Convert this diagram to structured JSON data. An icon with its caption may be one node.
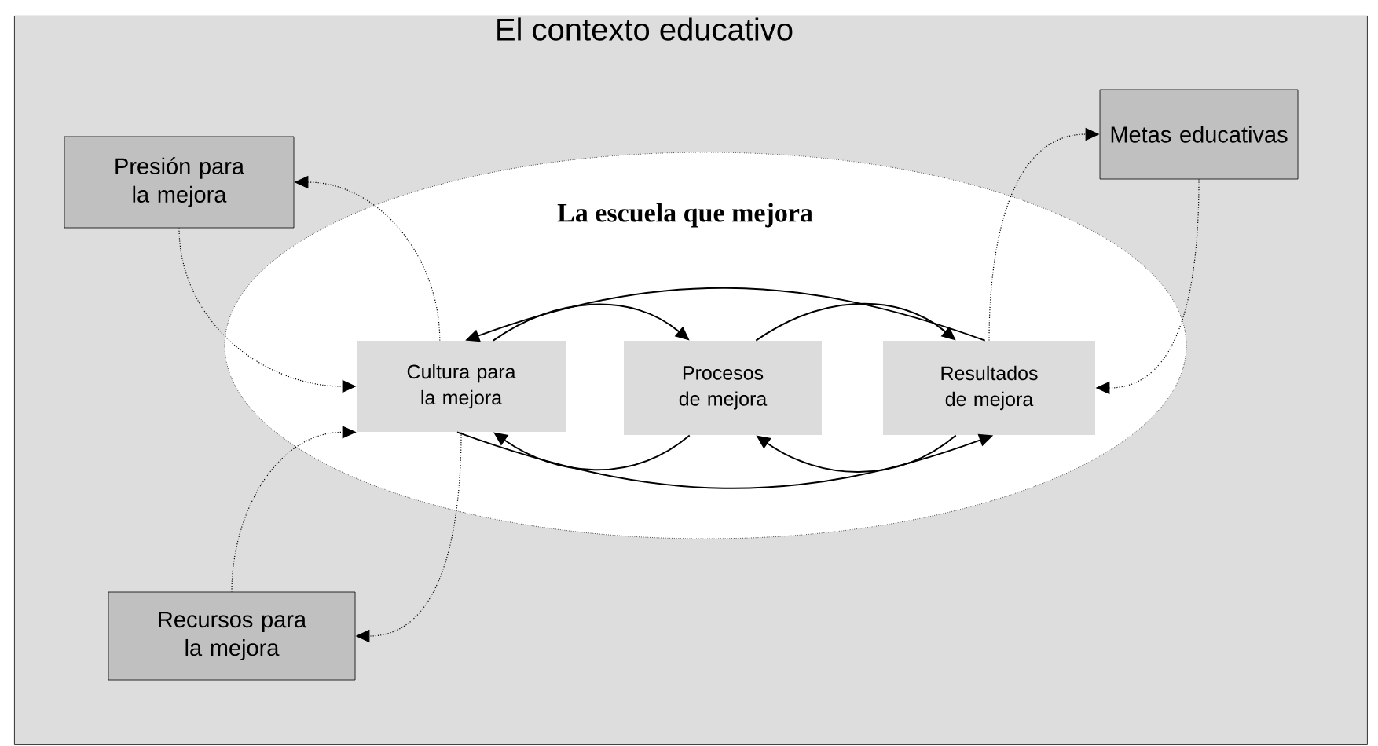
{
  "diagram": {
    "nodes": [
      {
        "text": [
          "El contexto educativo"
        ]
      },
      {
        "text": [
          "Presión para la mejora"
        ],
        "in": 0
      },
      {
        "text": [
          "Metas educativas"
        ],
        "in": 0
      },
      {
        "text": [
          "La escuela que mejora"
        ],
        "in": 0
      },
      {
        "text": [
          "Cultura para la mejora"
        ],
        "in": 3
      },
      {
        "text": [
          "Procesos de mejora"
        ],
        "in": 3
      },
      {
        "text": [
          "Resultados de mejora"
        ],
        "in": 3
      },
      {
        "text": [
          "Recursos para la mejora"
        ],
        "in": 0
      }
    ],
    "edges": [
      {
        "from": 1,
        "to": 4,
        "arrow": "to",
        "style": "dashed"
      },
      {
        "from": 4,
        "to": 1,
        "arrow": "to",
        "style": "dashed"
      },
      {
        "from": 6,
        "to": 2,
        "arrow": "to",
        "style": "dashed"
      },
      {
        "from": 2,
        "to": 6,
        "arrow": "to",
        "style": "dashed"
      },
      {
        "from": 7,
        "to": 4,
        "arrow": "to",
        "style": "dashed"
      },
      {
        "from": 4,
        "to": 7,
        "arrow": "to",
        "style": "dashed"
      },
      {
        "from": 4,
        "to": 5,
        "arrow": "to"
      },
      {
        "from": 5,
        "to": 6,
        "arrow": "to"
      },
      {
        "from": 6,
        "to": 4,
        "arrow": "to"
      },
      {
        "from": 5,
        "to": 4,
        "arrow": "to"
      },
      {
        "from": 6,
        "to": 5,
        "arrow": "to"
      },
      {
        "from": 4,
        "to": 6,
        "arrow": "to"
      }
    ]
  }
}
